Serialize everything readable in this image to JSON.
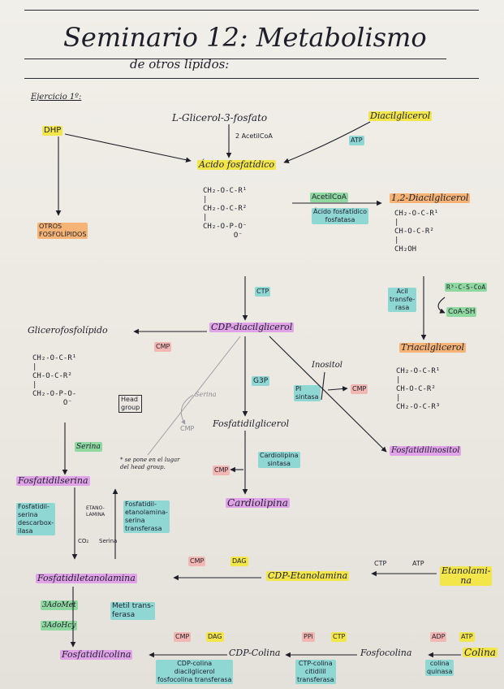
{
  "header": {
    "title": "Seminario 12: Metabolismo",
    "subtitle": "de otros lípidos:"
  },
  "exercise": "Ejercicio 1º:",
  "nodes": {
    "dhp": "DHP",
    "glycerol3p": "L-Glicerol-3-fosfato",
    "acetilcoa_1": "2 AcetilCoA",
    "diacilglicerol_top": "Diacilglicerol",
    "atp_1": "ATP",
    "acido_fosfatidico": "Ácido fosfatídico",
    "otros_fosfolipidos": "OTROS\nFOSFOLÍPIDOS",
    "acetilcoa_2": "AcetilCoA",
    "acido_fosfatidico_fosfatasa": "Ácido fosfatídico\nfosfatasa",
    "diacilglicerol_12": "1,2-Diacilglicerol",
    "ctp_1": "CTP",
    "acil_transferasa": "Acil\ntransfe-\nrasa",
    "coa_sh": "CoA-SH",
    "glicerofosfolipido": "Glicerofosfolípido",
    "cmp_1": "CMP",
    "cdp_diacilglicerol": "CDP-diacilglicerol",
    "triacilglicerol": "Triacilglicerol",
    "inositol": "Inositol",
    "serina_arrow": "Serina",
    "g3p": "G3P",
    "pi_sintasa": "PI\nsintasa",
    "cmp_2": "CMP",
    "head_group": "Head\ngroup",
    "cmp_3": "CMP",
    "serina_label": "Serina",
    "fosfatidilglicerol": "Fosfatidilglicerol",
    "se_pone": "* se pone en el lugar\ndel head group.",
    "fosfatidilinositol": "Fosfatidilinositol",
    "cardiolipina_sintasa": "Cardiolipina\nsintasa",
    "cmp_4": "CMP",
    "fosfatidilserina": "Fosfatidilserina",
    "cardiolipina": "Cardiolipina",
    "ps_descarboxilasa": "Fosfatidil-\nserina\ndescarbox-\nilasa",
    "etanolamina_mid": "ETANO-\nLAMINA",
    "co2": "CO₂",
    "serina_mid": "Serina",
    "pe_serina_transferasa": "Fosfatidil-\netanolamina-\nserina\ntransferasa",
    "cmp_5": "CMP",
    "dag_1": "DAG",
    "fosfatidiletanolamina": "Fosfatidiletanolamina",
    "cdp_etanolamina": "CDP-Etanolamina",
    "ctp_2": "CTP",
    "atp_2": "ATP",
    "etanolamina": "Etanolami-\nna",
    "adomet": "3AdoMet",
    "adohcy": "3AdoHcy",
    "metil_transferasa": "Metil trans-\nferasa",
    "cmp_6": "CMP",
    "dag_2": "DAG",
    "ppi": "PPi",
    "ctp_3": "CTP",
    "adp": "ADP",
    "atp_3": "ATP",
    "fosfatidilcolina": "Fosfatidilcolina",
    "cdp_colina": "CDP-Colina",
    "fosfocolina": "Fosfocolina",
    "colina": "Colina",
    "cdp_colina_enzyme": "CDP-colina\ndiacilglicerol\nfosfocolina transferasa",
    "ctp_colina_enzyme": "CTP-colina\ncitidilil\ntransferasa",
    "colina_quinasa": "colina\nquinasa"
  },
  "structures": {
    "acido_fosfatidico": "CH₂-O-C-R¹\n|\nCH₂-O-C-R²\n|\nCH₂-O-P-O⁻\n       O⁻",
    "diacilglicerol": "CH₂-O-C-R¹\n|\nCH-O-C-R²\n|\nCH₂OH",
    "acyl_coa": "R³-C-S-CoA",
    "glicerofosfolipido": "CH₂-O-C-R¹\n|\nCH-O-C-R²\n|\nCH₂-O-P-O-\n       O⁻",
    "triacilglicerol": "CH₂-O-C-R¹\n|\nCH-O-C-R²\n|\nCH₂-O-C-R³"
  },
  "colors": {
    "yellow": "#f2e64a",
    "orange": "#f5b476",
    "teal": "#8fd7d3",
    "purple": "#e0a3e8",
    "green": "#8fd9a0",
    "pink": "#f2b7b2"
  }
}
